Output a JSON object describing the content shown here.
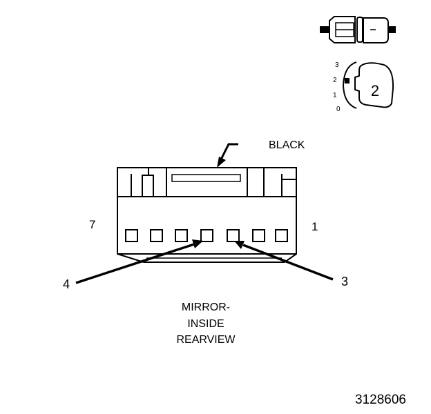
{
  "figure_id": "3128606",
  "connector": {
    "color_label": "BLACK",
    "name_lines": [
      "MIRROR-",
      "INSIDE",
      "REARVIEW"
    ],
    "pin_end_labels": {
      "left": "7",
      "right": "1"
    },
    "callout_pins": [
      "4",
      "3"
    ],
    "cavity_count": 7
  },
  "key_view": {
    "key_number": "2",
    "scale_labels": [
      "3",
      "2",
      "1",
      "0"
    ]
  }
}
